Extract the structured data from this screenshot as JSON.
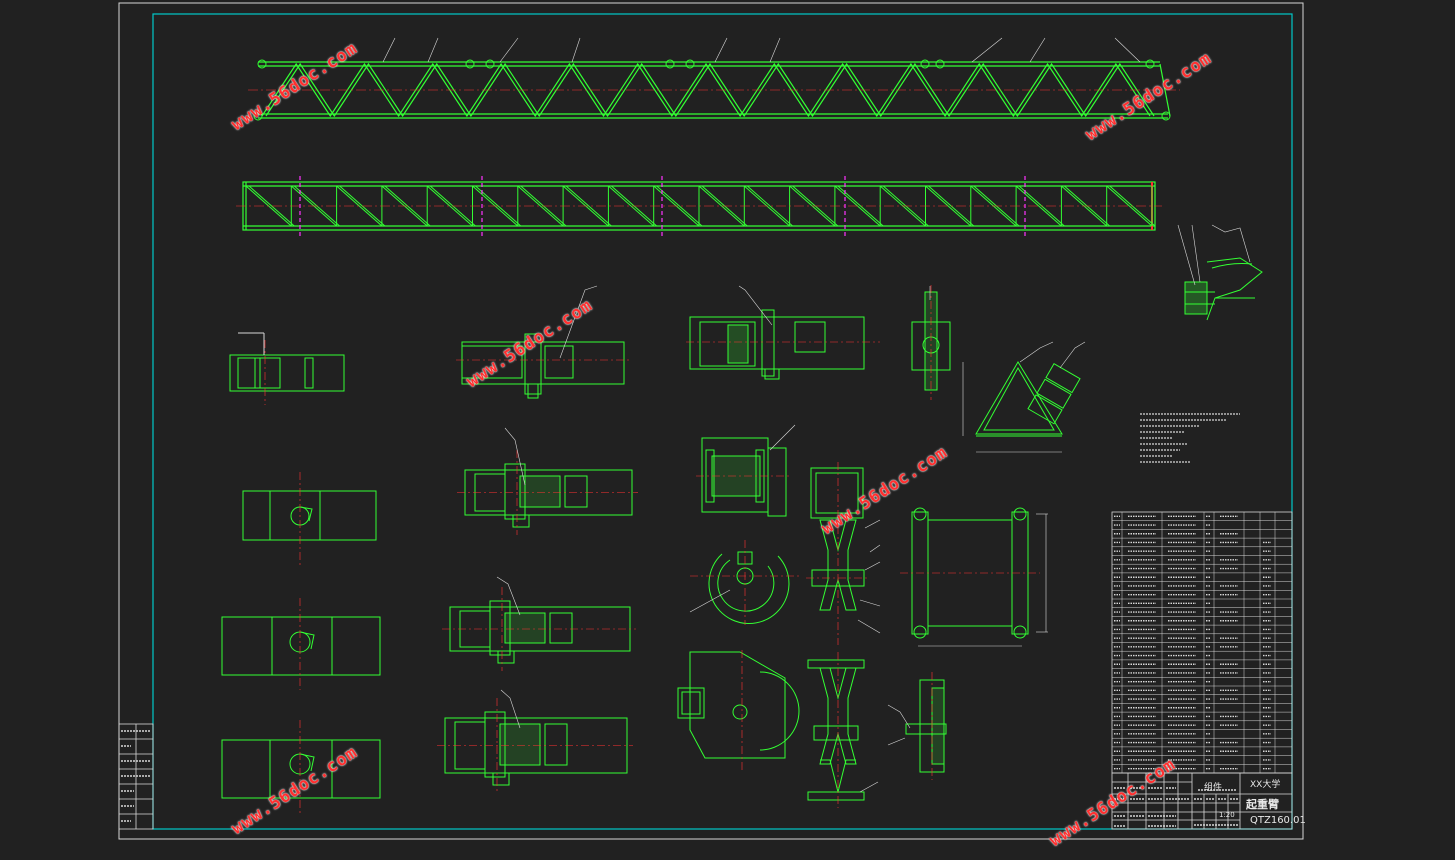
{
  "colors": {
    "background": "#212121",
    "frame": "#d8d8d8",
    "border": "#00c8c8",
    "part": "#33ff33",
    "centerline": "#ff3333",
    "hidden_line": "#ff33ff",
    "text": "#e8e8e8",
    "watermark": "#ff3030"
  },
  "watermark": {
    "text": "www.56doc.com"
  },
  "title_block": {
    "drawing_name": "起重臂",
    "drawing_number": "QTZ160.01",
    "scale": "1:20",
    "assembly_label": "组件",
    "company": "XX大学"
  }
}
